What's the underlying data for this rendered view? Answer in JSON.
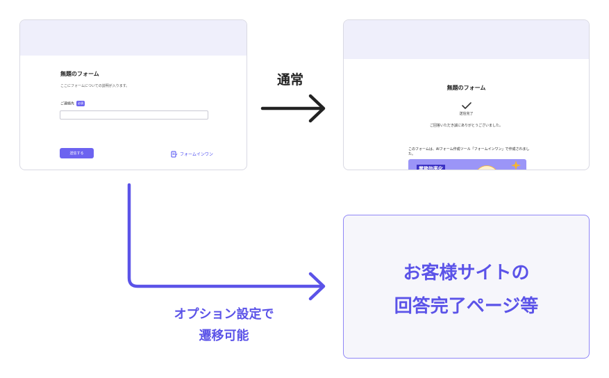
{
  "form_card": {
    "title": "無題のフォーム",
    "description": "ここにフォームについての説明が入ります。",
    "field_label": "ご連絡先",
    "required_badge": "必須",
    "submit_label": "送信する",
    "brand_name": "フォームインワン"
  },
  "done_card": {
    "title": "無題のフォーム",
    "status": "送信完了",
    "thanks": "ご回答いただき誠にありがとうございました。",
    "note": "このフォームは、AIフォーム作成ツール「フォームインワン」で作成されました。",
    "banner_tag": "業務効率化"
  },
  "custom_box": {
    "line1": "お客様サイトの",
    "line2": "回答完了ページ等"
  },
  "arrow_labels": {
    "normal": "通常",
    "option_line1": "オプション設定で",
    "option_line2": "遷移可能"
  },
  "colors": {
    "accent": "#5b53e8",
    "header_tint": "#efeffb",
    "arrow_dark": "#222222"
  },
  "icons": [
    "check-icon",
    "brand-logo-icon",
    "sparkle-icon"
  ]
}
